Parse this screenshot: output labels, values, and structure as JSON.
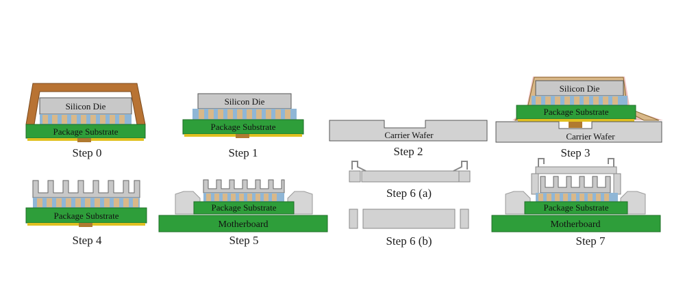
{
  "labels": {
    "silicon_die": "Silicon Die",
    "package_substrate": "Package Substrate",
    "carrier_wafer": "Carrier Wafer",
    "motherboard": "Motherboard"
  },
  "steps": {
    "s0": "Step 0",
    "s1": "Step 1",
    "s2": "Step 2",
    "s3": "Step 3",
    "s4": "Step 4",
    "s5": "Step 5",
    "s6a": "Step 6 (a)",
    "s6b": "Step 6 (b)",
    "s7": "Step 7"
  },
  "colors": {
    "substrate_green": "#2e9e3a",
    "lid_copper": "#b87333",
    "die_gray": "#c8c8c8",
    "carrier_gray": "#d2d2d2",
    "underfill_blue": "#8fb6d6",
    "bump_tan": "#d9b889",
    "solder_yellow": "#e0c020",
    "pink_film": "#e08a8a"
  }
}
